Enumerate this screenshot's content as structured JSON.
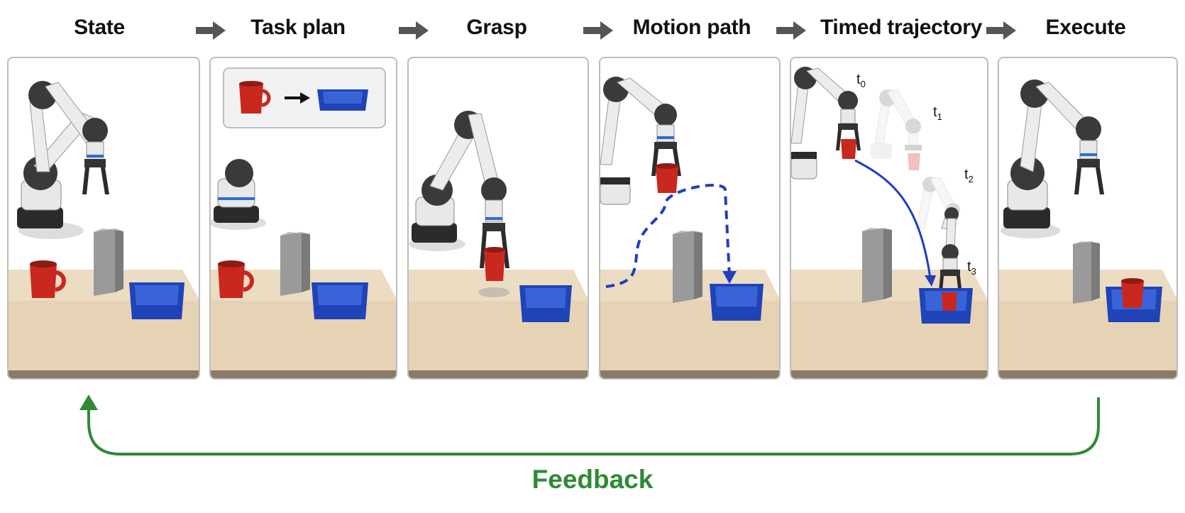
{
  "stages": [
    {
      "title": "State"
    },
    {
      "title": "Task plan"
    },
    {
      "title": "Grasp"
    },
    {
      "title": "Motion path"
    },
    {
      "title": "Timed trajectory"
    },
    {
      "title": "Execute"
    }
  ],
  "trajectory": {
    "t0": {
      "base": "t",
      "sub": "0"
    },
    "t1": {
      "base": "t",
      "sub": "1"
    },
    "t2": {
      "base": "t",
      "sub": "2"
    },
    "t3": {
      "base": "t",
      "sub": "3"
    }
  },
  "feedback": {
    "label": "Feedback"
  },
  "colors": {
    "feedback": "#2f8a35",
    "path": "#1f3fbf",
    "mug": "#c8281e",
    "tray": "#1f44b8",
    "table": "#e6d2b4",
    "pillar": "#9a9a9a",
    "arrow": "#555555"
  },
  "icons": {
    "flow_arrow": "right-arrow-icon",
    "plan_arrow": "right-arrow-icon"
  }
}
